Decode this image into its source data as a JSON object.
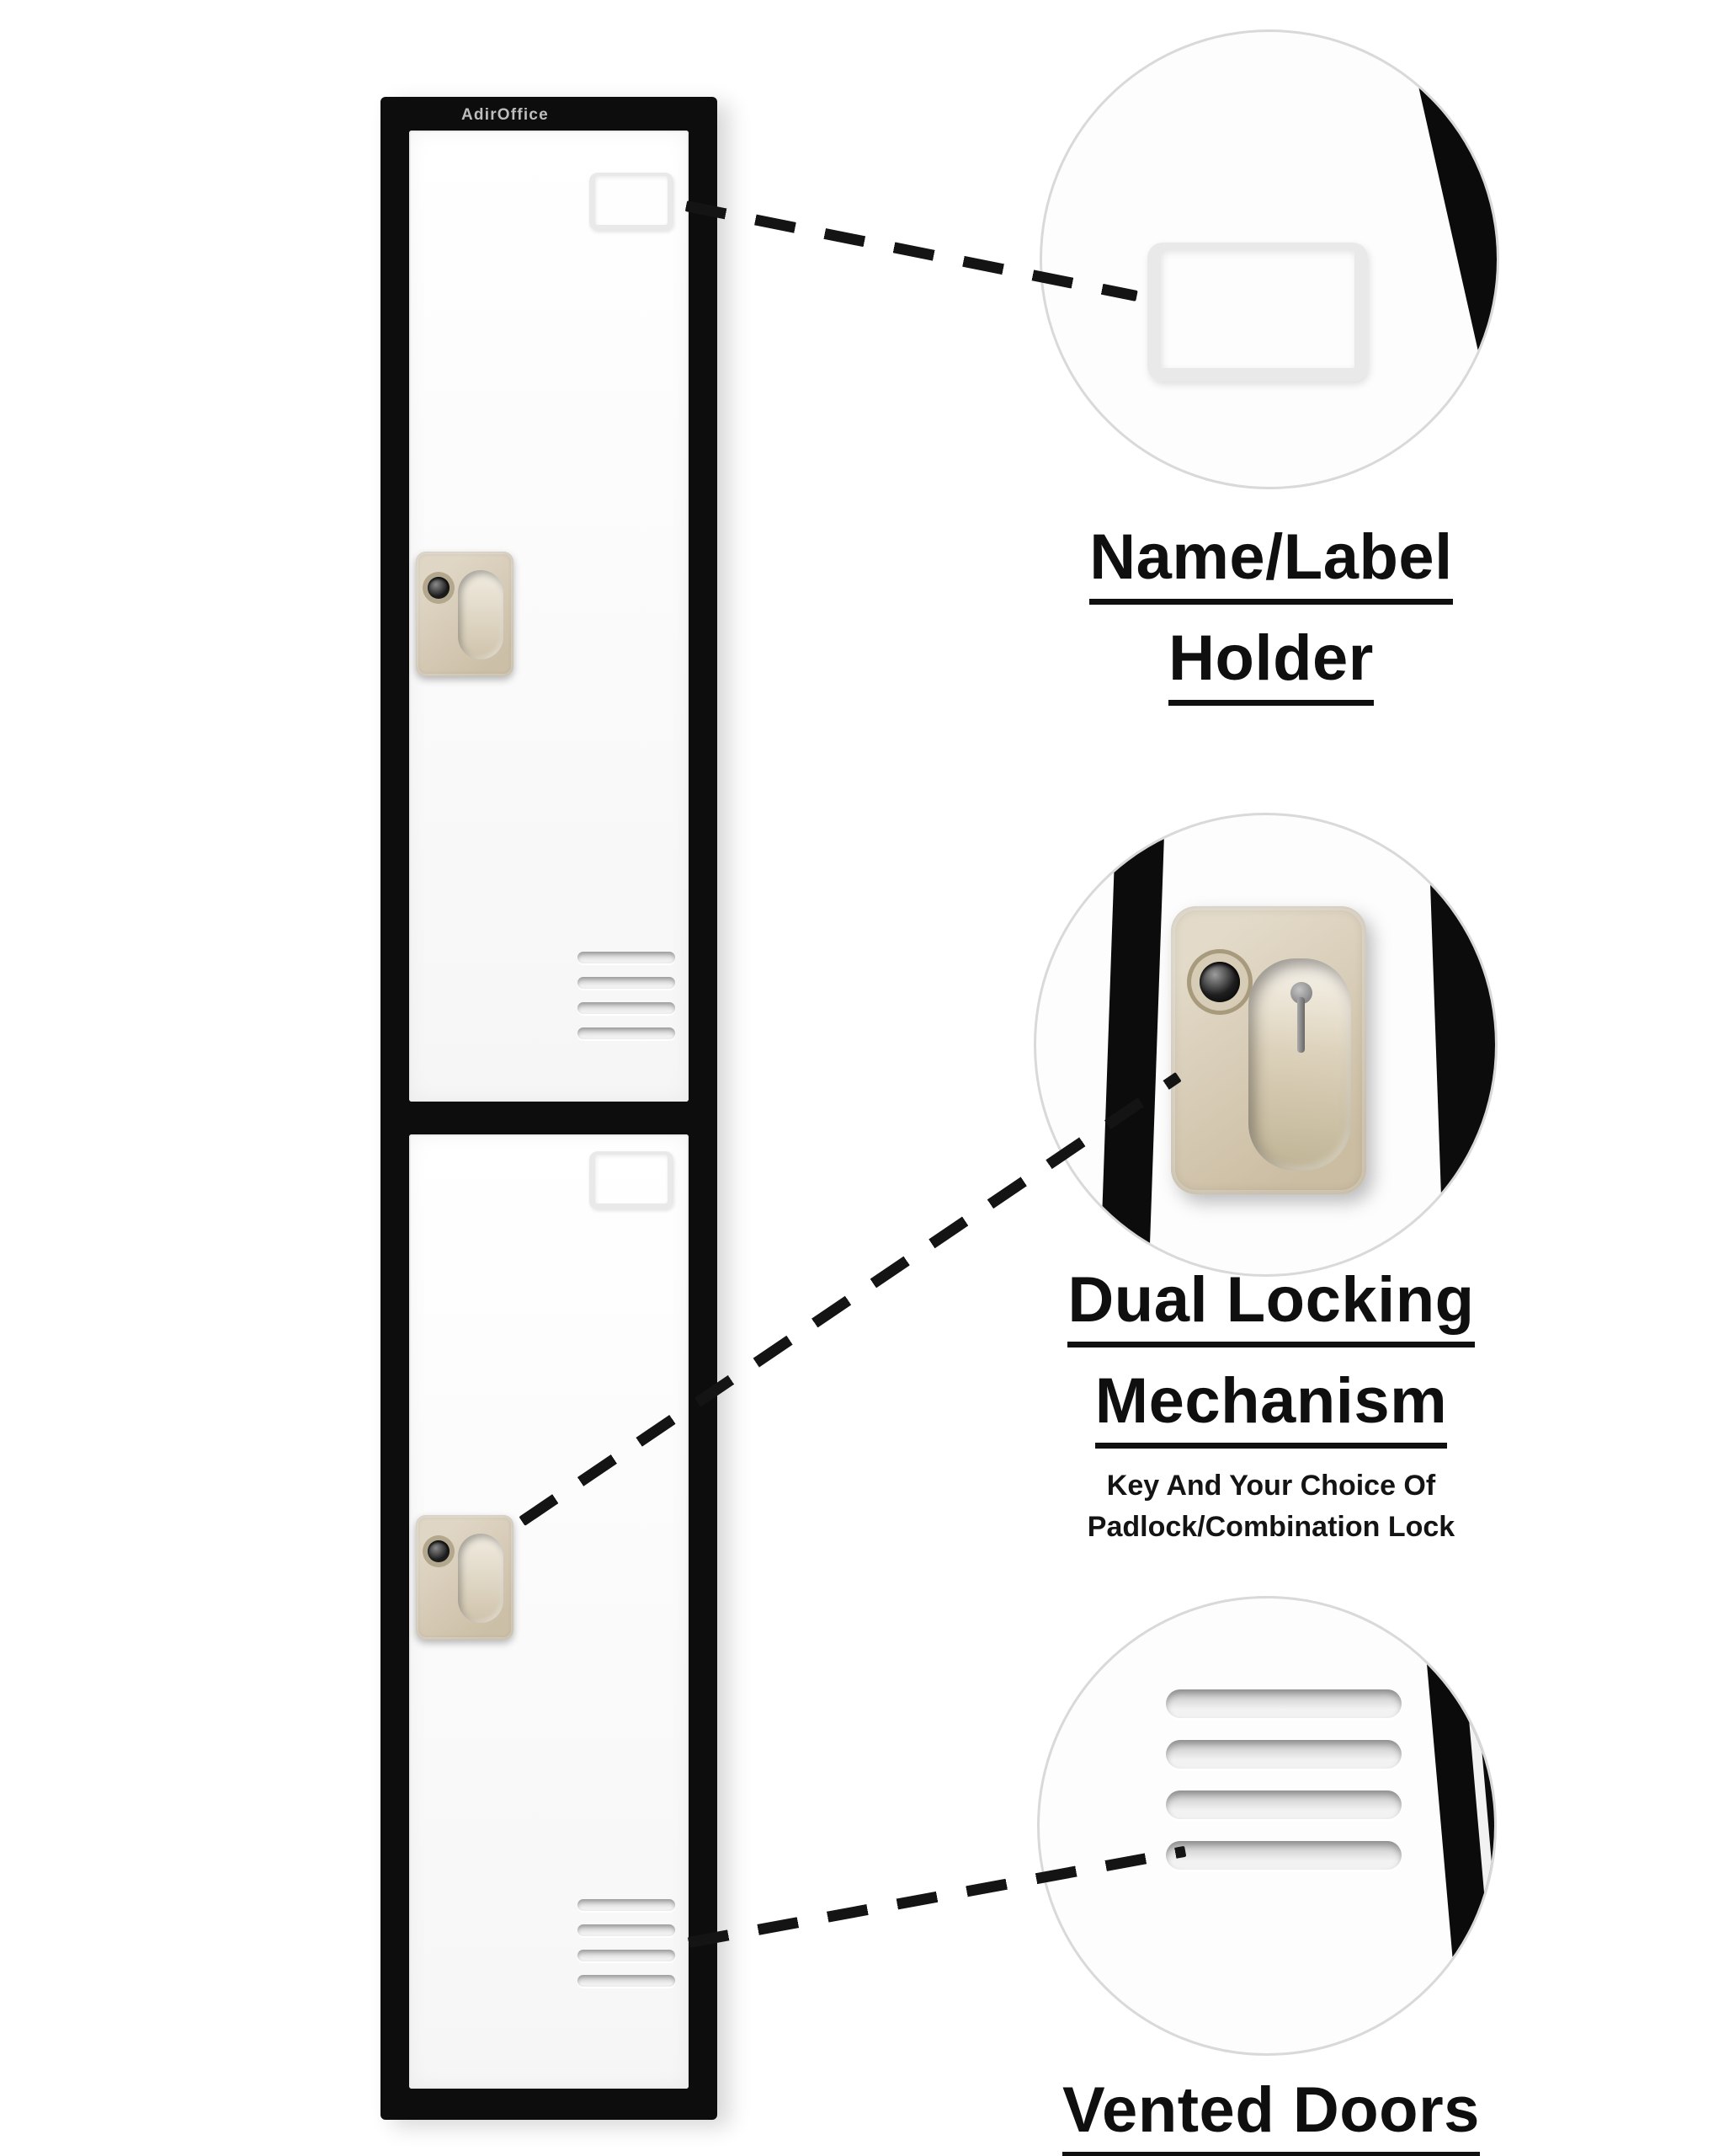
{
  "page": {
    "background_color": "#ffffff"
  },
  "brand": {
    "logo_text": "AdirOffice"
  },
  "locker": {
    "colors": {
      "frame": "#0d0d0d",
      "door": "#fdfdfd",
      "handle": "#d5cab4",
      "connector": "#141414"
    },
    "doors": [
      {
        "label": "upper-door",
        "features": [
          "name-label-holder",
          "dual-lock-handle",
          "vent-grille"
        ]
      },
      {
        "label": "lower-door",
        "features": [
          "name-label-holder",
          "dual-lock-handle",
          "vent-grille"
        ]
      }
    ]
  },
  "callouts": [
    {
      "id": "name-label-holder",
      "lines": [
        "Name/Label",
        "Holder"
      ]
    },
    {
      "id": "dual-locking-mechanism",
      "lines": [
        "Dual Locking",
        "Mechanism"
      ],
      "subtitle_lines": [
        "Key And Your Choice Of",
        "Padlock/Combination Lock"
      ]
    },
    {
      "id": "vented-doors",
      "lines": [
        "Vented Doors"
      ]
    }
  ]
}
